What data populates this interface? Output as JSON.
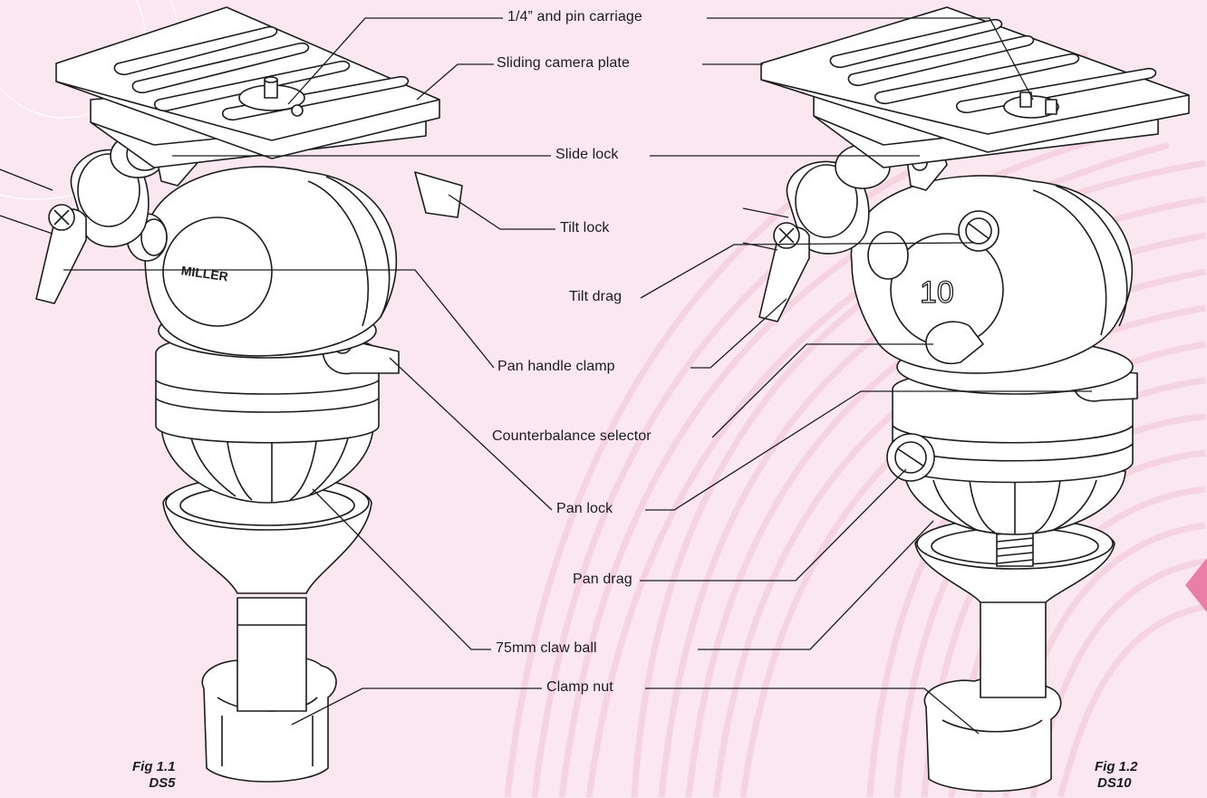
{
  "labels": {
    "pin_carriage": "1/4” and pin carriage",
    "sliding_plate": "Sliding camera plate",
    "slide_lock": "Slide lock",
    "tilt_lock": "Tilt lock",
    "tilt_drag": "Tilt drag",
    "pan_handle_clamp": "Pan handle clamp",
    "counterbalance_selector": "Counterbalance selector",
    "pan_lock": "Pan lock",
    "pan_drag": "Pan drag",
    "claw_ball": "75mm claw ball",
    "clamp_nut": "Clamp nut"
  },
  "figures": {
    "left": {
      "fig": "Fig 1.1",
      "model": "DS5"
    },
    "right": {
      "fig": "Fig 1.2",
      "model": "DS10"
    }
  },
  "branding": {
    "left_logo": "MILLER",
    "dial_number": "10"
  },
  "colors": {
    "background": "#fbe7ef",
    "pattern": "#f6d3e1",
    "ink": "#1c1c1c",
    "part_fill": "#ffffff",
    "accent_tab": "#ea7fa6"
  }
}
